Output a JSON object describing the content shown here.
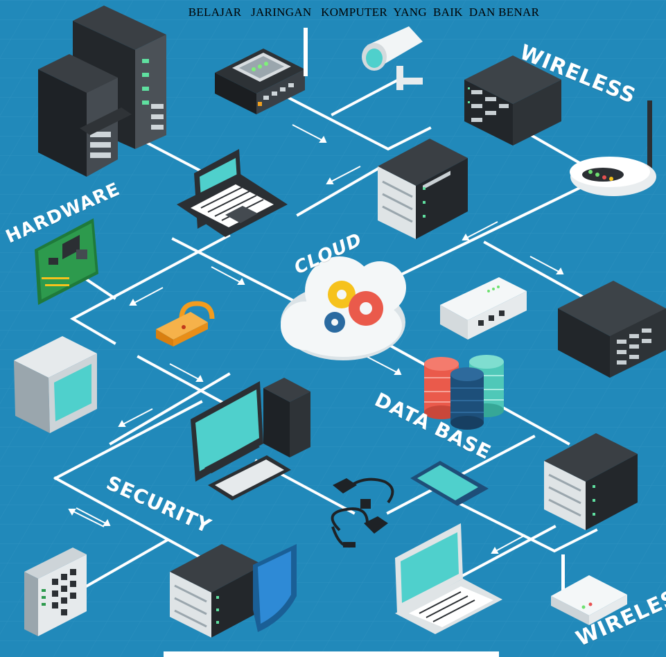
{
  "title": "BELAJAR   JARINGAN   KOMPUTER  YANG  BAIK  DAN BENAR",
  "labels": {
    "wireless_top": "WIRELESS",
    "hardware": "HARDWARE",
    "cloud": "CLOUD",
    "data_base": "DATA BASE",
    "security": "SECURITY",
    "wireless_bottom": "WIRELESS"
  },
  "colors": {
    "background": "#2189ba",
    "connector": "#ffffff",
    "screen": "#4fd0cc",
    "device_dark": "#2b2f33",
    "gear_yellow": "#f6c21c",
    "gear_red": "#ea5a4b",
    "gear_blue": "#2a6aa0",
    "shield": "#1f7fc5",
    "lock": "#f39c1e"
  },
  "icons": [
    "server-rack-icon",
    "router-icon",
    "security-camera-icon",
    "server-box-icon",
    "wifi-router-icon",
    "laptop-icon",
    "network-card-icon",
    "cloud-gears-icon",
    "padlock-icon",
    "crt-monitor-icon",
    "desktop-computer-icon",
    "database-icon",
    "smartphone-icon",
    "usb-cable-icon",
    "keypad-icon",
    "shield-server-icon",
    "modem-icon"
  ]
}
